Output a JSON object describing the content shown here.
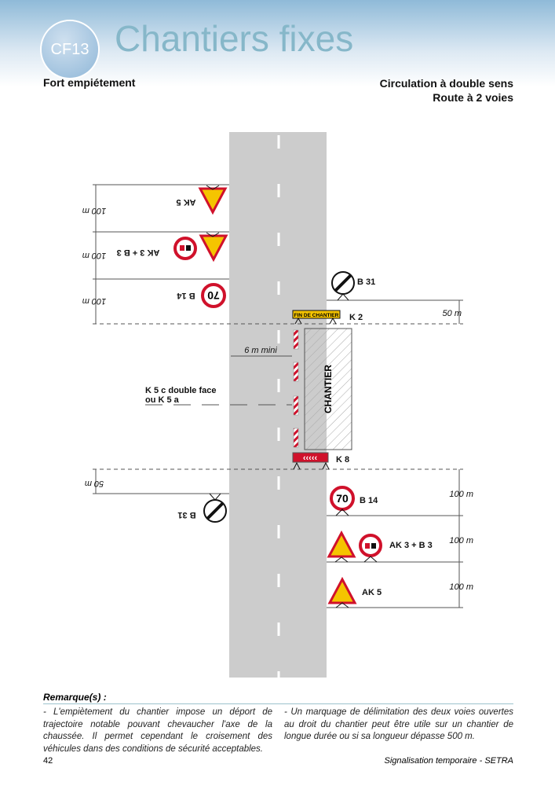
{
  "header": {
    "badge": "CF13",
    "title": "Chantiers fixes",
    "left_subtitle": "Fort empiétement",
    "right_subtitle_1": "Circulation à double sens",
    "right_subtitle_2": "Route à 2 voies"
  },
  "diagram": {
    "left_top": {
      "d1": "100 m",
      "d2": "100 m",
      "d3": "100 m",
      "ak5": "AK 5",
      "ak3b3": "AK 3 + B 3",
      "b14": "B 14",
      "b3_sign": "⛟⛟",
      "b14_sign": "70"
    },
    "right_top": {
      "b31": "B 31",
      "k2": "K 2",
      "k2_panel": "FIN DE CHANTIER",
      "d50": "50 m"
    },
    "work": {
      "chantier": "CHANTIER",
      "width": "6 m mini",
      "k5_1": "K 5 c double face",
      "k5_2": "ou K 5 a",
      "k8": "K 8"
    },
    "left_bottom": {
      "d50": "50 m",
      "b31": "B 31"
    },
    "right_bottom": {
      "b14": "B 14",
      "b14_sign": "70",
      "ak3b3": "AK 3 + B 3",
      "ak5": "AK 5",
      "d1": "100 m",
      "d2": "100 m",
      "d3": "100 m"
    }
  },
  "remarks": {
    "title": "Remarque(s) :",
    "col1": "- L'empiètement du chantier impose un déport de trajectoire notable pouvant chevaucher l'axe de la chaussée. Il permet cependant le croisement des véhicules dans des conditions de sécurité acceptables.",
    "col2": "- Un marquage de délimitation des deux voies ouvertes au droit du chantier peut être utile sur un chantier de longue durée ou si sa longueur dépasse 500 m."
  },
  "footer": {
    "page": "42",
    "source": "Signalisation temporaire - SETRA"
  },
  "colors": {
    "road": "#cccccc",
    "sign_red": "#d0112b",
    "sign_yellow": "#f5c400",
    "title": "#86b7c9"
  }
}
